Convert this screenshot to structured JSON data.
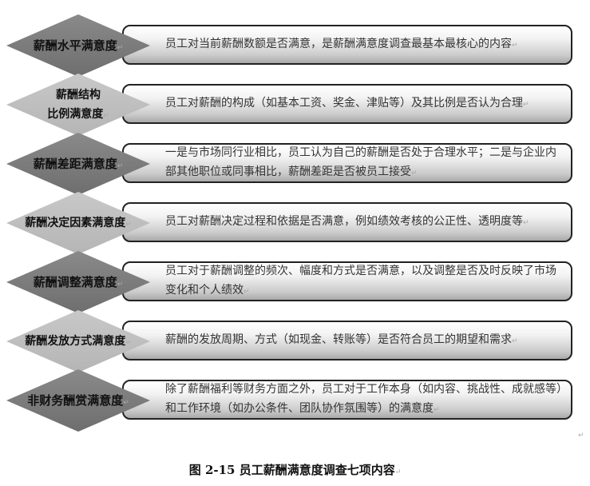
{
  "items": [
    {
      "label": "薪酬水平满意度",
      "desc": "员工对当前薪酬数额是否满意，是薪酬满意度调查最基本最核心的内容"
    },
    {
      "label": "薪酬结构\n比例满意度",
      "desc": "员工对薪酬的构成（如基本工资、奖金、津贴等）及其比例是否认为合理"
    },
    {
      "label": "薪酬差距满意度",
      "desc": "一是与市场同行业相比，员工认为自己的薪酬是否处于合理水平；二是与企业内部其他职位或同事相比，薪酬差距是否被员工接受"
    },
    {
      "label": "薪酬决定因素满意度",
      "desc": "员工对薪酬决定过程和依据是否满意，例如绩效考核的公正性、透明度等"
    },
    {
      "label": "薪酬调整满意度",
      "desc": "员工对于薪酬调整的频次、幅度和方式是否满意，以及调整是否及时反映了市场变化和个人绩效"
    },
    {
      "label": "薪酬发放方式满意度",
      "desc": "薪酬的发放周期、方式（如现金、转账等）是否符合员工的期望和需求"
    },
    {
      "label": "非财务酬赏满意度",
      "desc": "除了薪酬福利等财务方面之外，员工对于工作本身（如内容、挑战性、成就感等）和工作环境（如办公条件、团队协作氛围等）的满意度"
    }
  ],
  "caption": "图 2-15   员工薪酬满意度调查七项内容"
}
